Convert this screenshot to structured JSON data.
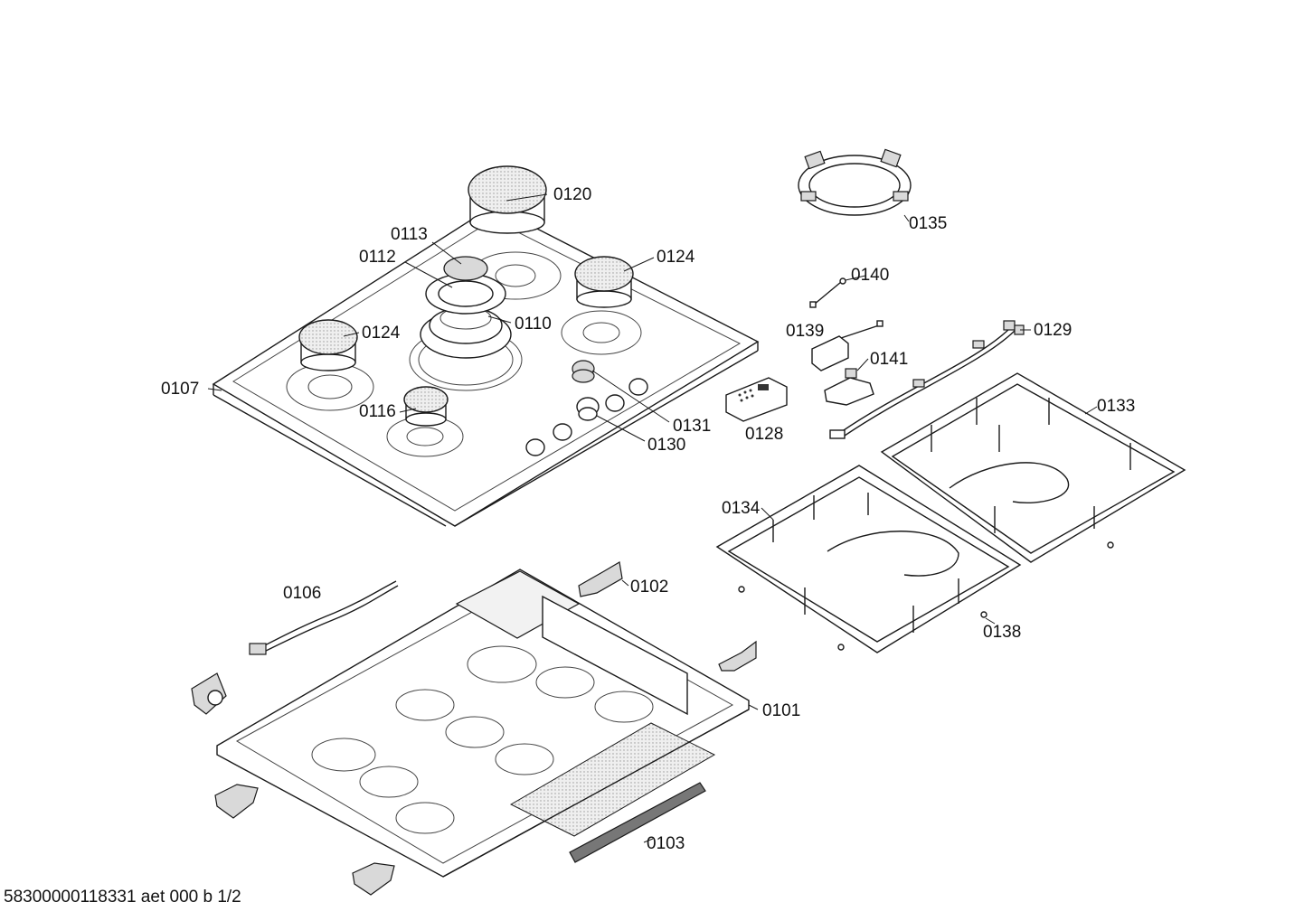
{
  "labels": {
    "p0101": "0101",
    "p0102": "0102",
    "p0103": "0103",
    "p0106": "0106",
    "p0107": "0107",
    "p0110": "0110",
    "p0112": "0112",
    "p0113": "0113",
    "p0116": "0116",
    "p0120": "0120",
    "p0124a": "0124",
    "p0124b": "0124",
    "p0128": "0128",
    "p0129": "0129",
    "p0130": "0130",
    "p0131": "0131",
    "p0133": "0133",
    "p0134": "0134",
    "p0135": "0135",
    "p0138": "0138",
    "p0139": "0139",
    "p0140": "0140",
    "p0141": "0141"
  },
  "footer": "58300000118331 aet 000 b 1/2"
}
